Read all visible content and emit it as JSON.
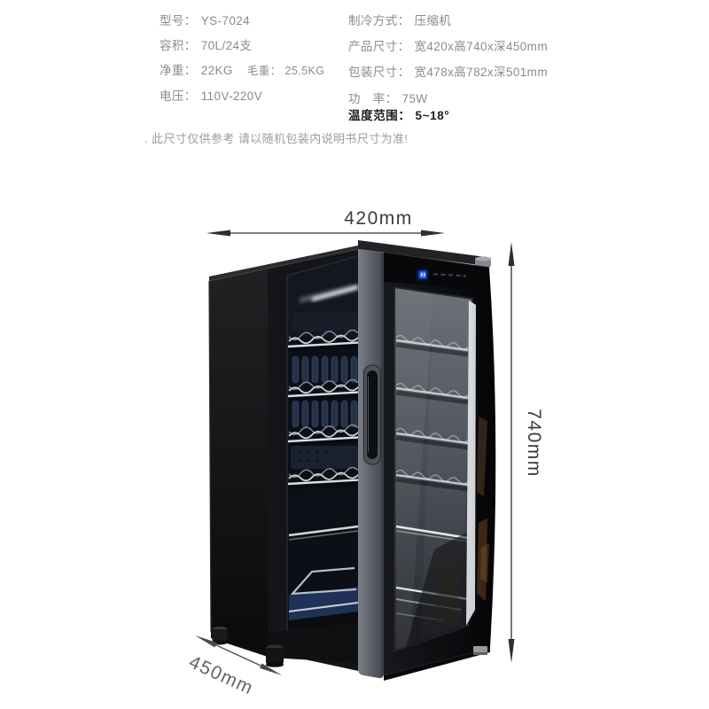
{
  "specs": {
    "left": [
      {
        "label": "型号：",
        "value": "YS-7024"
      },
      {
        "label": "容积：",
        "value": "70L/24支"
      },
      {
        "label": "净重：",
        "value": "22KG",
        "label2": "毛重：",
        "value2": "25.5KG"
      },
      {
        "label": "电压：",
        "value": "110V-220V"
      }
    ],
    "right": [
      {
        "label": "制冷方式：",
        "value": "压缩机"
      },
      {
        "label": "产品尺寸：",
        "value": "宽420x高740x深450mm"
      },
      {
        "label": "包装尺寸：",
        "value": "宽478x高782x深501mm"
      },
      {
        "label": "功　率：",
        "value": "75W"
      },
      {
        "label": "温度范围：",
        "value": "5~18°"
      }
    ]
  },
  "disclaimer": ". 此尺寸仅供参考 请以随机包装内说明书尺寸为准!",
  "dimensions": {
    "width": "420mm",
    "height": "740mm",
    "depth": "450mm"
  },
  "product": {
    "type": "wine-cooler-cabinet",
    "led_display_color": "#2e6bff",
    "body_color": "#121316"
  }
}
